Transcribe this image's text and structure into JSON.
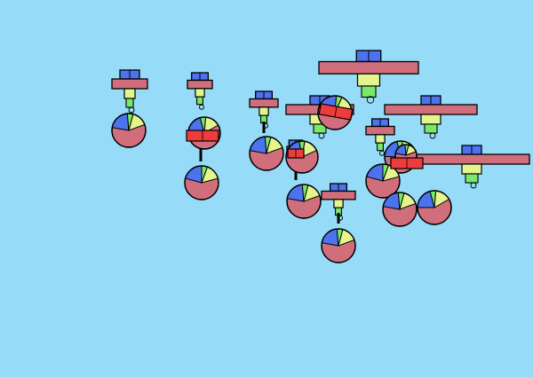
{
  "scene": {
    "title": "",
    "colors": {
      "background": "#96dbf7",
      "outline": "#000000",
      "bar_block": "#d06e7c",
      "top_block": "#4d72ee",
      "mid_block": "#e5f58e",
      "low_block": "#7ae868",
      "pie_base": "#d06e7c",
      "pie_blue": "#4d72ee",
      "pie_yellow": "#e5f58e",
      "pie_green": "#7ae868",
      "red_shape": "#ee3b3b"
    },
    "sprites": [
      {
        "kind": "balance-tower",
        "label": "tower-1"
      },
      {
        "kind": "balance-tower",
        "label": "tower-2"
      },
      {
        "kind": "balance-tower",
        "label": "tower-3"
      },
      {
        "kind": "balance-tower",
        "label": "tower-4"
      },
      {
        "kind": "balance-tower",
        "label": "tower-5"
      },
      {
        "kind": "balance-tower",
        "label": "tower-6"
      },
      {
        "kind": "balance-tower",
        "label": "tower-7"
      },
      {
        "kind": "balance-tower",
        "label": "tower-8"
      },
      {
        "kind": "balance-tower",
        "label": "tower-9"
      },
      {
        "kind": "balance-tower",
        "label": "tower-10"
      },
      {
        "kind": "pie-ball",
        "label": "ball-1"
      },
      {
        "kind": "pie-ball",
        "label": "ball-2"
      },
      {
        "kind": "pie-ball",
        "label": "ball-3"
      },
      {
        "kind": "pie-ball",
        "label": "ball-4"
      },
      {
        "kind": "pie-ball",
        "label": "ball-5"
      },
      {
        "kind": "pie-ball",
        "label": "ball-6"
      },
      {
        "kind": "pie-ball",
        "label": "ball-7"
      },
      {
        "kind": "pie-ball",
        "label": "ball-8"
      },
      {
        "kind": "pie-ball",
        "label": "ball-9"
      },
      {
        "kind": "pie-ball",
        "label": "ball-10"
      },
      {
        "kind": "pie-ball",
        "label": "ball-11"
      },
      {
        "kind": "pie-ball",
        "label": "ball-12"
      },
      {
        "kind": "pie-ball",
        "label": "ball-13"
      },
      {
        "kind": "red-block",
        "label": "red-block-1"
      },
      {
        "kind": "red-block",
        "label": "red-block-2"
      },
      {
        "kind": "red-block",
        "label": "red-block-3"
      },
      {
        "kind": "red-block",
        "label": "red-block-4"
      }
    ]
  }
}
